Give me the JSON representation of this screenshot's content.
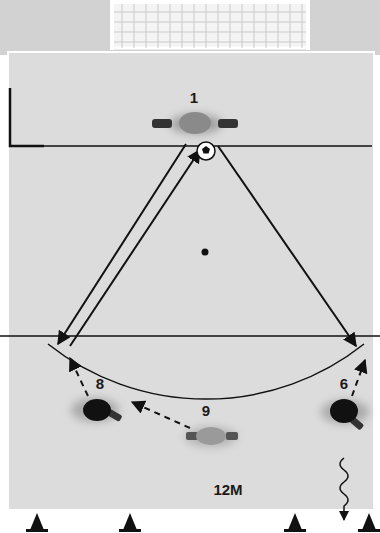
{
  "diagram": {
    "labels": [
      "1",
      "8",
      "9",
      "6",
      "12M"
    ]
  }
}
